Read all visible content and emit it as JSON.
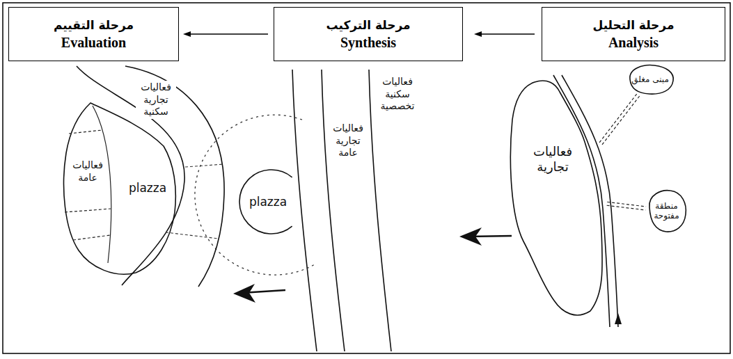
{
  "diagram": {
    "nodes": [
      {
        "text": [
          "مرحلة التحليل",
          "Analysis"
        ]
      },
      {
        "text": [
          "مرحلة التركيب",
          "Synthesis"
        ]
      },
      {
        "text": [
          "مرحلة التقييم",
          "Evaluation"
        ]
      },
      {
        "text": [
          "فعاليات تجارية"
        ]
      },
      {
        "text": [
          "مبنى مغلق"
        ]
      },
      {
        "text": [
          "منطقة مفتوحة"
        ]
      },
      {
        "text": [
          "plazza"
        ]
      },
      {
        "text": [
          "plazza"
        ]
      }
    ],
    "edges": [
      {
        "from": 0,
        "to": 1,
        "arrow": "to"
      },
      {
        "from": 1,
        "to": 2,
        "arrow": "to"
      },
      {
        "from": 3,
        "to": 4,
        "arrow": "none"
      },
      {
        "from": 3,
        "to": 5,
        "arrow": "none"
      }
    ],
    "labels": [
      "فعاليات سكنية تخصصية",
      "فعاليات تجارية عامة",
      "فعاليات تجارية سكنية",
      "فعاليات عامة"
    ]
  }
}
